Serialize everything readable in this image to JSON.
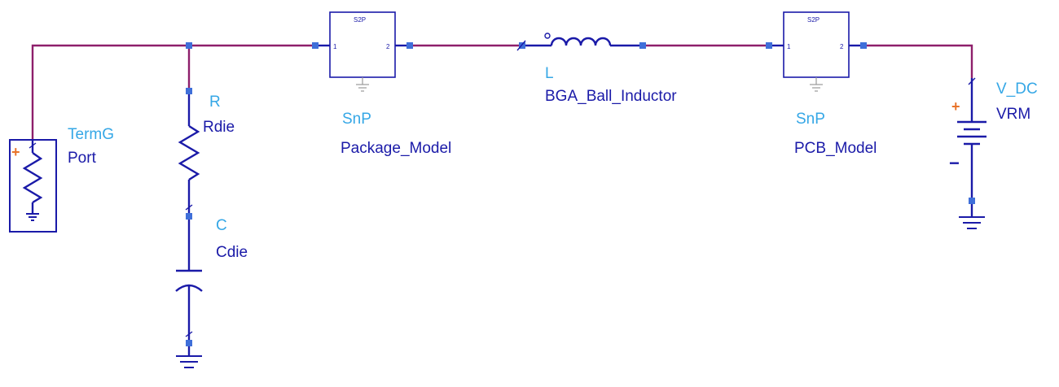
{
  "components": {
    "port": {
      "type": "TermG",
      "name": "Port",
      "polarity": "+"
    },
    "resistor": {
      "type": "R",
      "name": "Rdie"
    },
    "capacitor": {
      "type": "C",
      "name": "Cdie"
    },
    "package": {
      "type": "SnP",
      "name": "Package_Model",
      "symbol": "S2P",
      "pin1": "1",
      "pin2": "2"
    },
    "inductor": {
      "type": "L",
      "name": "BGA_Ball_Inductor"
    },
    "pcb": {
      "type": "SnP",
      "name": "PCB_Model",
      "symbol": "S2P",
      "pin1": "1",
      "pin2": "2"
    },
    "vrm": {
      "type": "V_DC",
      "name": "VRM",
      "plus": "+",
      "minus": "−"
    }
  },
  "colors": {
    "wire": "#8e1f6b",
    "component": "#1a1aa8",
    "type_label": "#35a7e6",
    "pin": "#3f6fd9",
    "polarity": "#e8732a"
  }
}
